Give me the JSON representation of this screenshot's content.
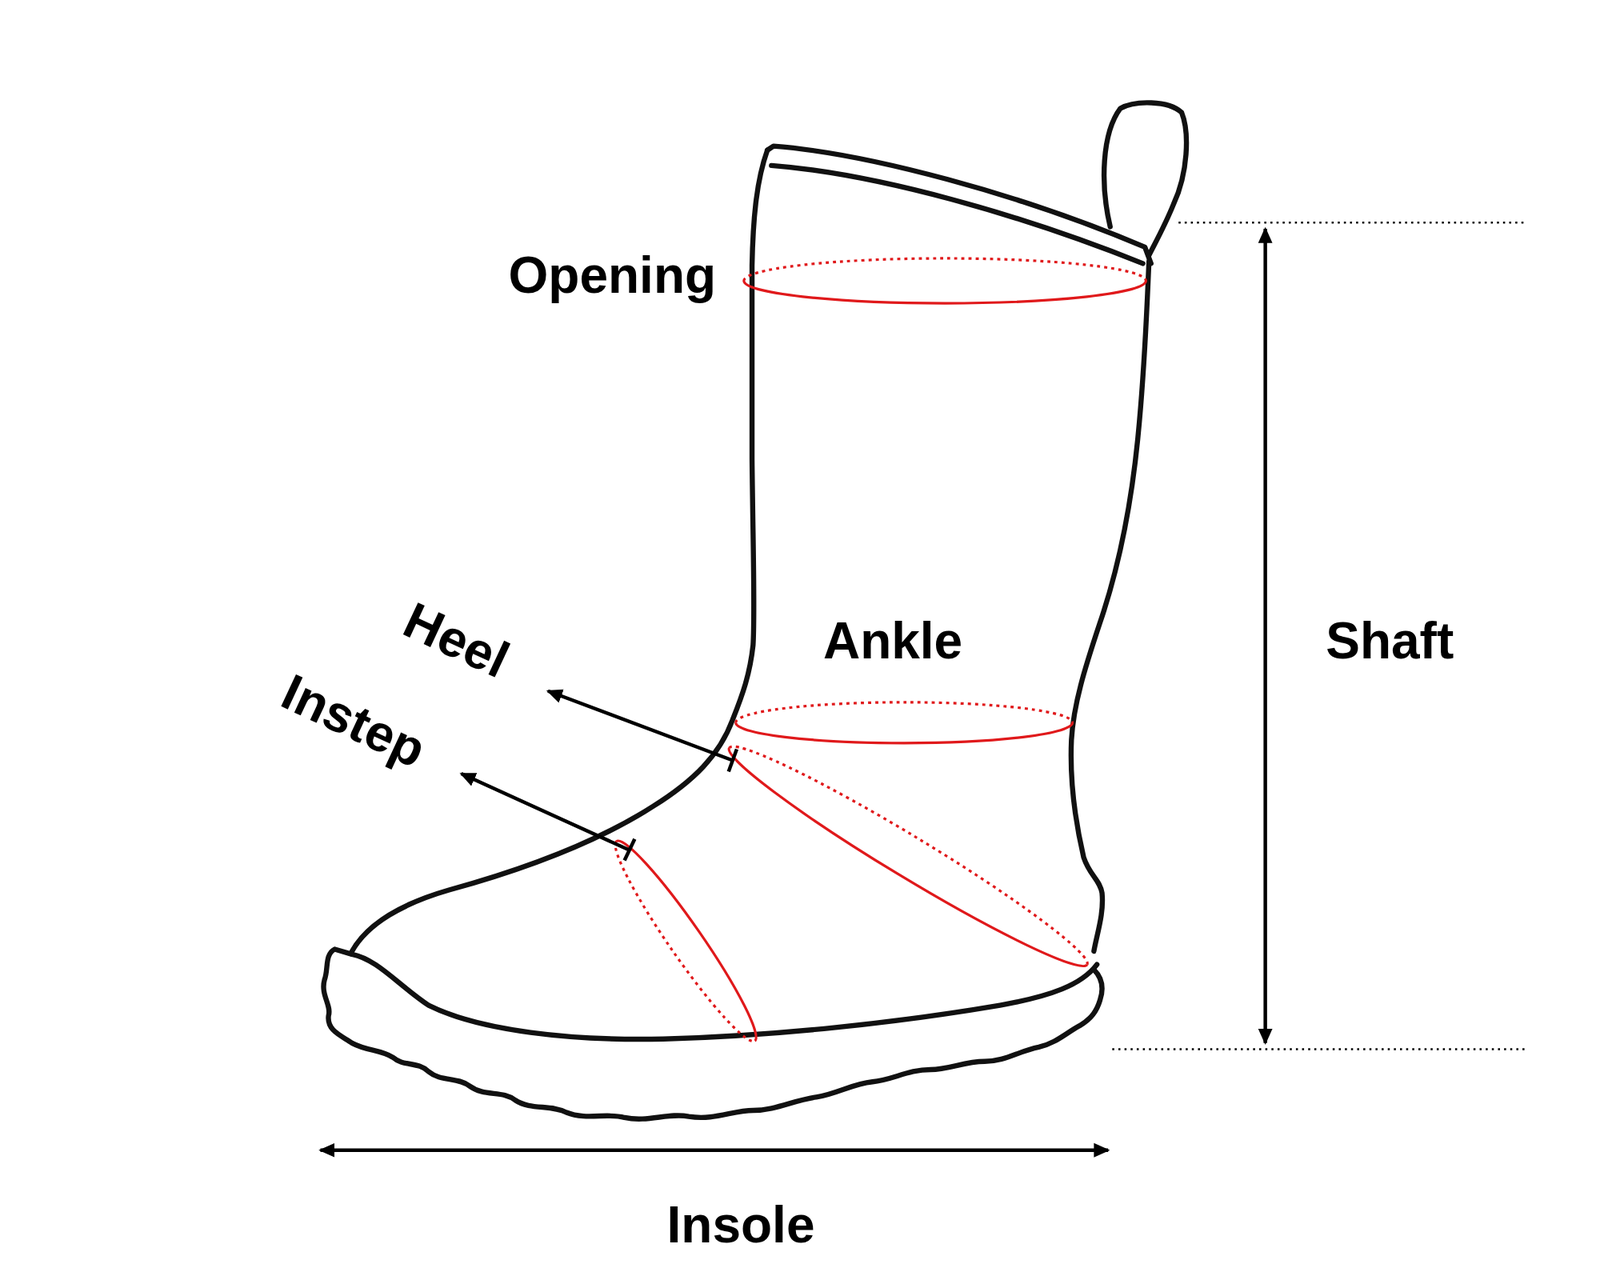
{
  "diagram": {
    "labels": [
      "Opening",
      "Heel",
      "Instep",
      "Ankle",
      "Shaft",
      "Insole"
    ]
  }
}
